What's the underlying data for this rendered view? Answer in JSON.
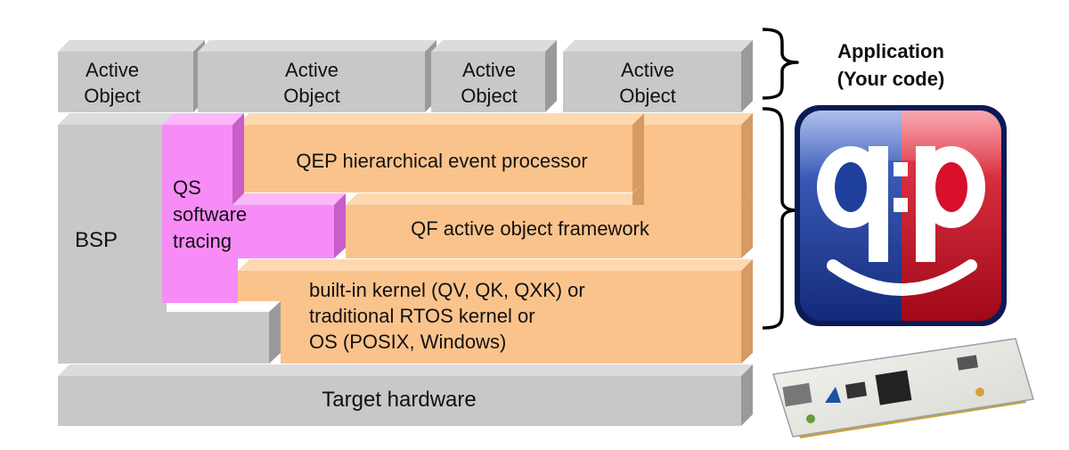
{
  "active_objects": [
    {
      "line1": "Active",
      "line2": "Object"
    },
    {
      "line1": "Active",
      "line2": "Object"
    },
    {
      "line1": "Active",
      "line2": "Object"
    },
    {
      "line1": "Active",
      "line2": "Object"
    }
  ],
  "application": {
    "line1": "Application",
    "line2": "(Your code)"
  },
  "bsp": "BSP",
  "qs": {
    "line1": "QS",
    "line2": "software",
    "line3": "tracing"
  },
  "qep": "QEP hierarchical event processor",
  "qf": "QF active object framework",
  "kernel": {
    "line1": "built-in kernel (QV, QK, QXK) or",
    "line2": "traditional RTOS kernel or",
    "line3": "OS (POSIX, Windows)"
  },
  "hardware": "Target hardware",
  "logo": {
    "text": "q:p"
  },
  "colors": {
    "gray_front": "#c8c8c8",
    "gray_top": "#dcdcdc",
    "gray_side": "#9a9a9a",
    "orange_front": "#fbc38c",
    "orange_top": "#fdd9b0",
    "orange_side": "#d69a63",
    "pink_front": "#f78cf7",
    "pink_top": "#fbb8fb",
    "pink_side": "#c85ec8",
    "logo_blue": "#1a3c9c",
    "logo_red": "#d8102a"
  }
}
